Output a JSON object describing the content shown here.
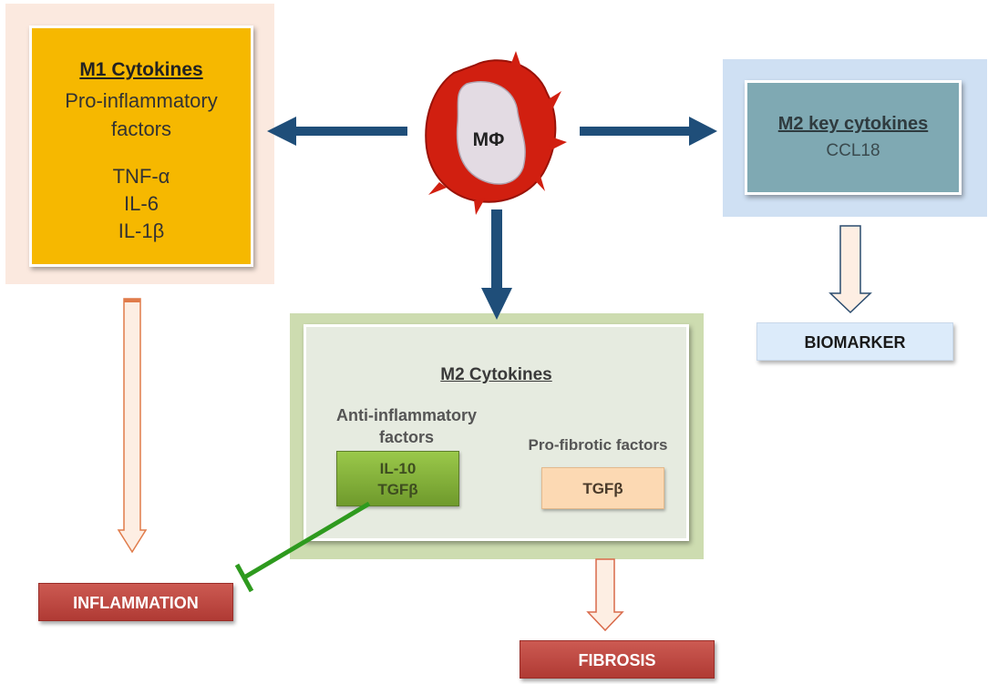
{
  "m1": {
    "title": "M1 Cytokines",
    "subtitle": "Pro-inflammatory factors",
    "items": [
      "TNF-α",
      "IL-6",
      "IL-1β"
    ]
  },
  "macrophage": {
    "label": "MΦ"
  },
  "m2_key": {
    "title": "M2 key cytokines",
    "item": "CCL18"
  },
  "biomarker": {
    "label": "BIOMARKER"
  },
  "m2": {
    "title": "M2 Cytokines",
    "anti_label": "Anti-inflammatory factors",
    "anti_items": [
      "IL-10",
      "TGFβ"
    ],
    "pro_label": "Pro-fibrotic factors",
    "pro_item": "TGFβ"
  },
  "outcomes": {
    "inflammation": "INFLAMMATION",
    "fibrosis": "FIBROSIS"
  },
  "colors": {
    "m1_fill": "#f6b800",
    "m2_key_fill": "#7fa9b3",
    "anti_fill": "#8ab83c",
    "pro_fill": "#fcd9b3",
    "outcome_fill": "#c0453f",
    "arrow_dark": "#1f4e79",
    "inhibition_green": "#2e9a1e",
    "cell_red": "#d11f10"
  }
}
